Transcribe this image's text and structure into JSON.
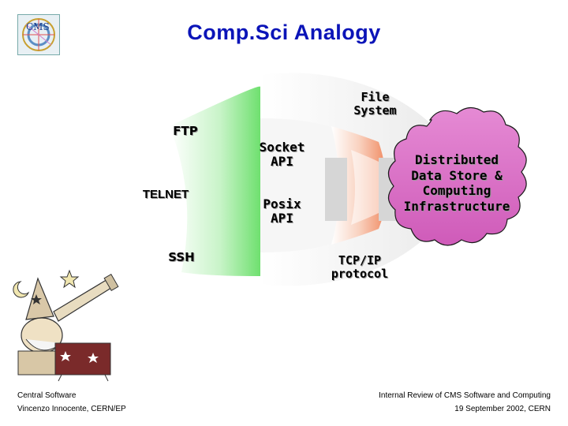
{
  "title": "Comp.Sci Analogy",
  "logo": {
    "name": "cms-logo",
    "text": "CMS"
  },
  "diagram": {
    "protocols": [
      "FTP",
      "TELNET",
      "SSH"
    ],
    "apis": [
      "Socket API",
      "Posix API"
    ],
    "file_system": "File System",
    "network": "TCP/IP protocol",
    "cloud_label": "Distributed Data Store & Computing Infrastructure"
  },
  "illustration": "astronomer-with-telescope",
  "footer": {
    "left_line1": "Central Software",
    "left_line2": "Vincenzo Innocente, CERN/EP",
    "right_line1": "Internal Review of CMS Software and Computing",
    "right_line2": "19 September 2002, CERN"
  },
  "colors": {
    "title": "#0b14b8",
    "cloud": "#d96fc6",
    "green_band": "#7be37b",
    "orange_band": "#f3a07f"
  }
}
